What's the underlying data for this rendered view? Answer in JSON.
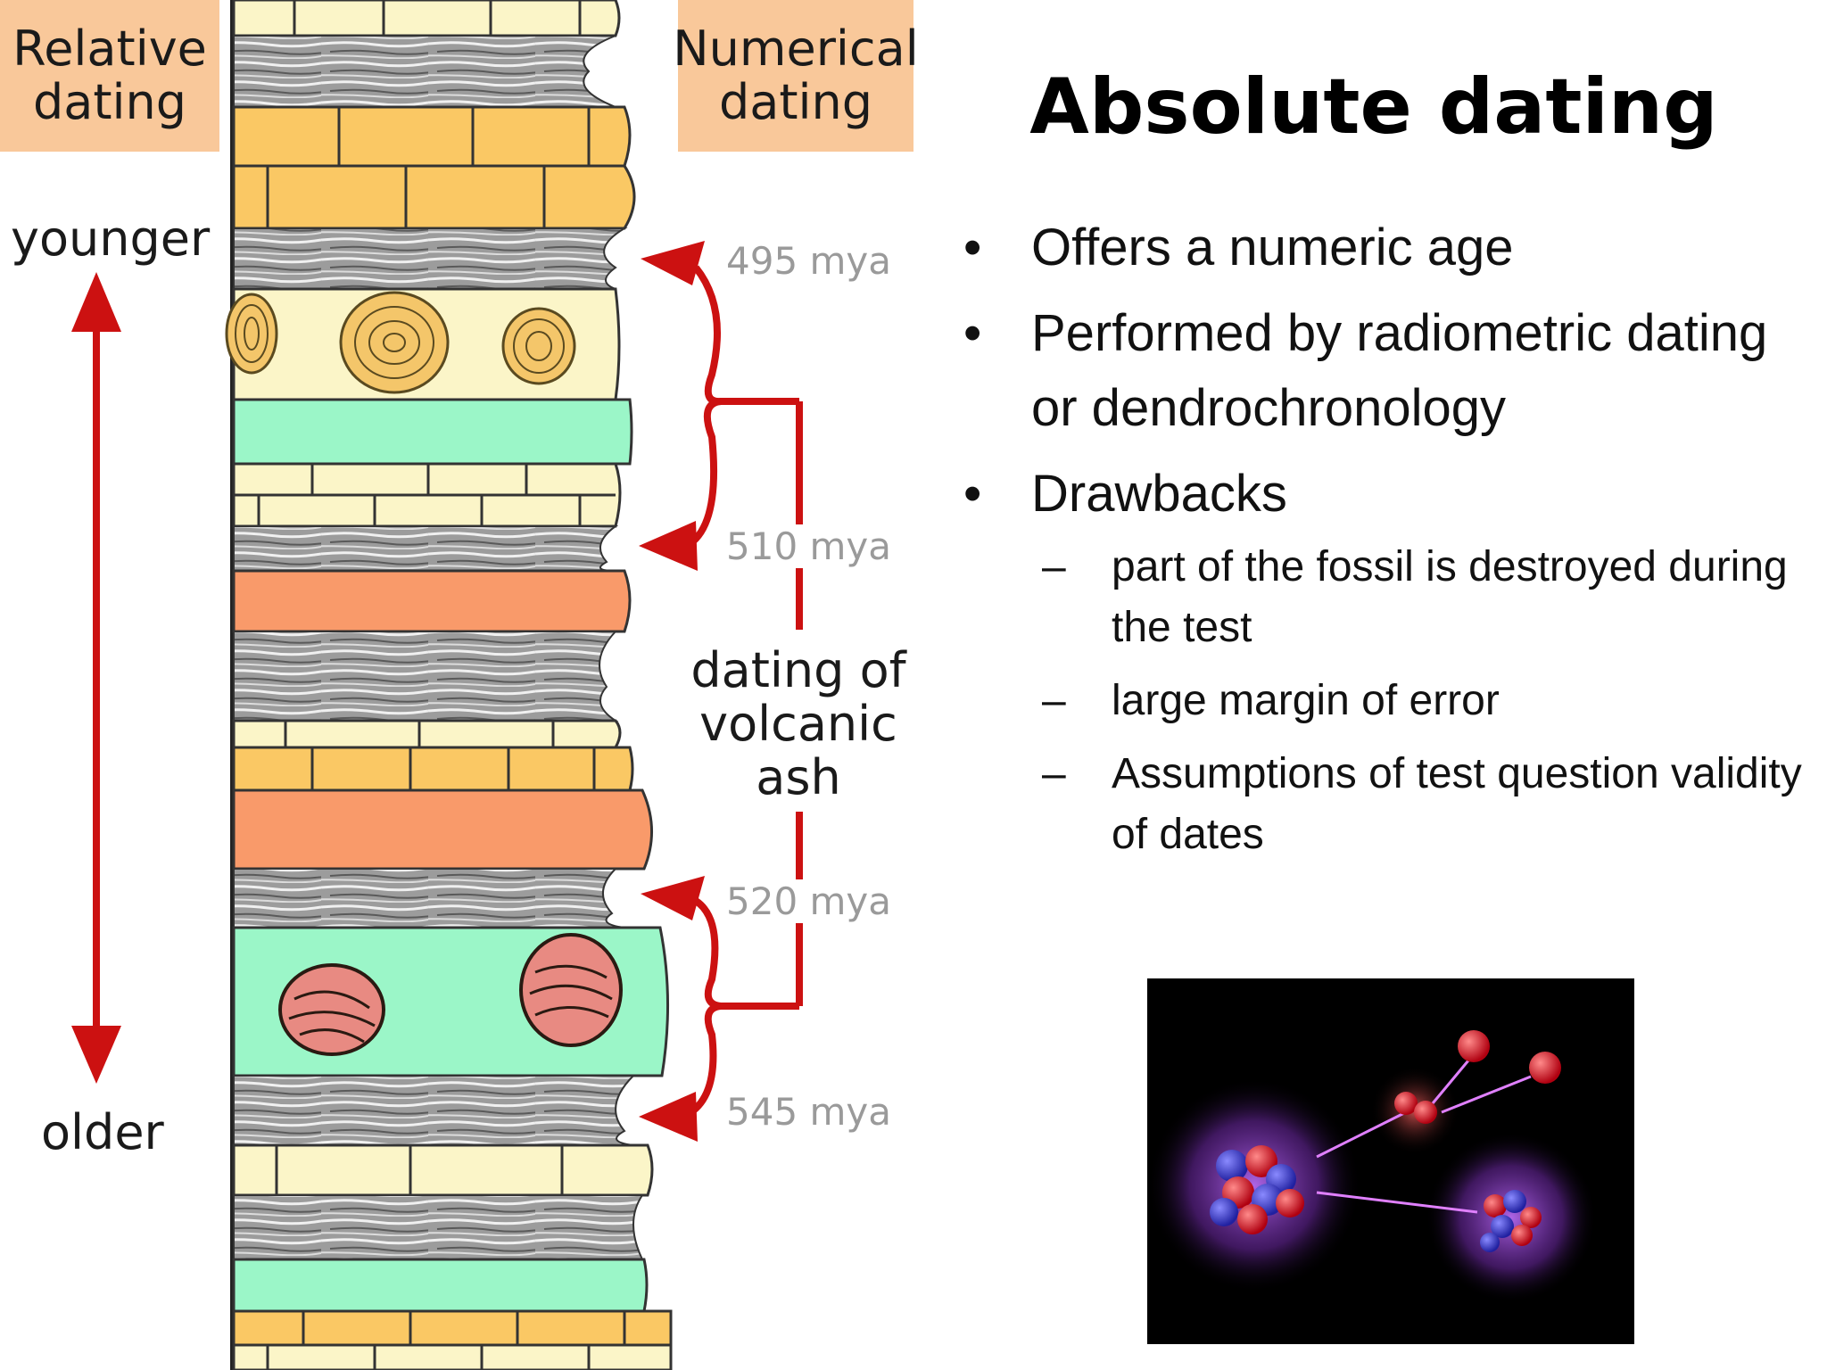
{
  "diagram": {
    "relative_box": [
      "Relative",
      "dating"
    ],
    "numerical_box": [
      "Numerical",
      "dating"
    ],
    "younger_label": "younger",
    "older_label": "older",
    "ages": [
      "495 mya",
      "510 mya",
      "520 mya",
      "545 mya"
    ],
    "ash_label": [
      "dating of",
      "volcanic ash"
    ],
    "colors": {
      "arrow": "#cc1111",
      "label_box": "#f9c89a",
      "sandstone": "#fac864",
      "shale": "#9a9a9a",
      "limestone": "#fbf5c8",
      "green": "#9bf6c8",
      "orange": "#f99a6a"
    }
  },
  "slide": {
    "title": "Absolute dating",
    "bullets": [
      "Offers a numeric age",
      "Performed by radiometric dating or dendrochronology",
      "Drawbacks"
    ],
    "sub_bullets": [
      "part of the fossil is destroyed during the test",
      "large margin of error",
      "Assumptions of test question validity of dates"
    ]
  },
  "atom_image": {
    "icon": "radioactive-decay-illustration"
  }
}
